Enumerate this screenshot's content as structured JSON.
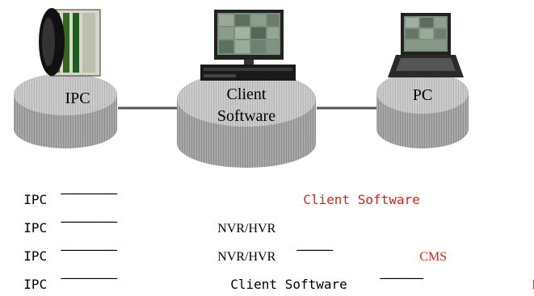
{
  "diagram": {
    "nodes": {
      "ipc": {
        "label": "IPC"
      },
      "client": {
        "label_line1": "Client",
        "label_line2": "Software"
      },
      "pc": {
        "label": "PC"
      }
    },
    "colors": {
      "disk_top": "#c4c4c4",
      "disk_side": "#9e9e9e",
      "accent_red": "#e0201a"
    },
    "icons": {
      "ipc": "camera-module-icon",
      "client": "monitor-on-server-icon",
      "pc": "laptop-icon"
    }
  },
  "flows": [
    {
      "label": "IPC",
      "dash1": "—————————————",
      "mid": "",
      "dash2": "",
      "end": "Client Software",
      "end_red": true
    },
    {
      "label": "IPC",
      "dash1": "—————————————",
      "mid": "NVR/HVR",
      "dash2": "",
      "end": "",
      "end_red": false
    },
    {
      "label": "IPC",
      "dash1": "—————————————",
      "mid": "NVR/HVR",
      "dash2": "—————————",
      "end": "CMS",
      "end_red": true
    },
    {
      "label": "IPC",
      "dash1": "—————————————",
      "mid": "Client Software",
      "dash2": "————————————",
      "end": "PC",
      "end_red": true
    }
  ]
}
